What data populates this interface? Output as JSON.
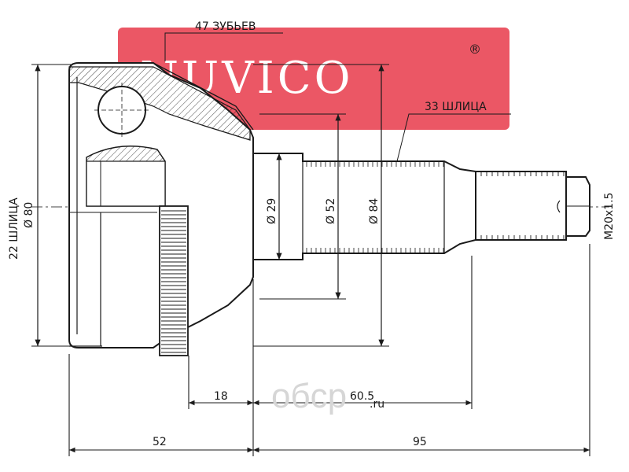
{
  "brand": {
    "name": "NUVICO",
    "registered_mark": "®",
    "color": "#e8394a"
  },
  "watermark": {
    "text": "oбcp",
    "suffix": ".ru"
  },
  "labels": {
    "teeth": "47 ЗУБЬЕВ",
    "outer_splines": "33 ШЛИЦА",
    "inner_splines": "22 ШЛИЦА",
    "diam_80": "Ø 80",
    "diam_29": "Ø 29",
    "diam_52": "Ø 52",
    "diam_84": "Ø 84",
    "thread": "M20x1.5"
  },
  "dimensions": {
    "d18": "18",
    "d60_5": "60.5",
    "d52": "52",
    "d95": "95"
  },
  "colors": {
    "line": "#1a1a1a",
    "centerline": "#444444"
  }
}
